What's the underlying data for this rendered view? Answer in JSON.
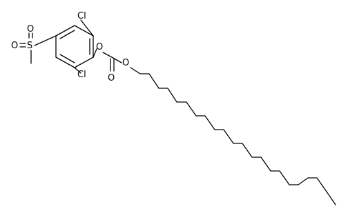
{
  "atoms": {
    "cl_top": "Cl",
    "cl_bottom": "Cl",
    "o_phenoxy": "O",
    "o_carbonyl": "O",
    "o_ester": "O",
    "s_sulfonyl": "S",
    "o_sulfonyl_left": "O",
    "o_sulfonyl_bottom": "O"
  },
  "colors": {
    "bond": "#000000",
    "label": "#000000",
    "background": "#ffffff"
  }
}
